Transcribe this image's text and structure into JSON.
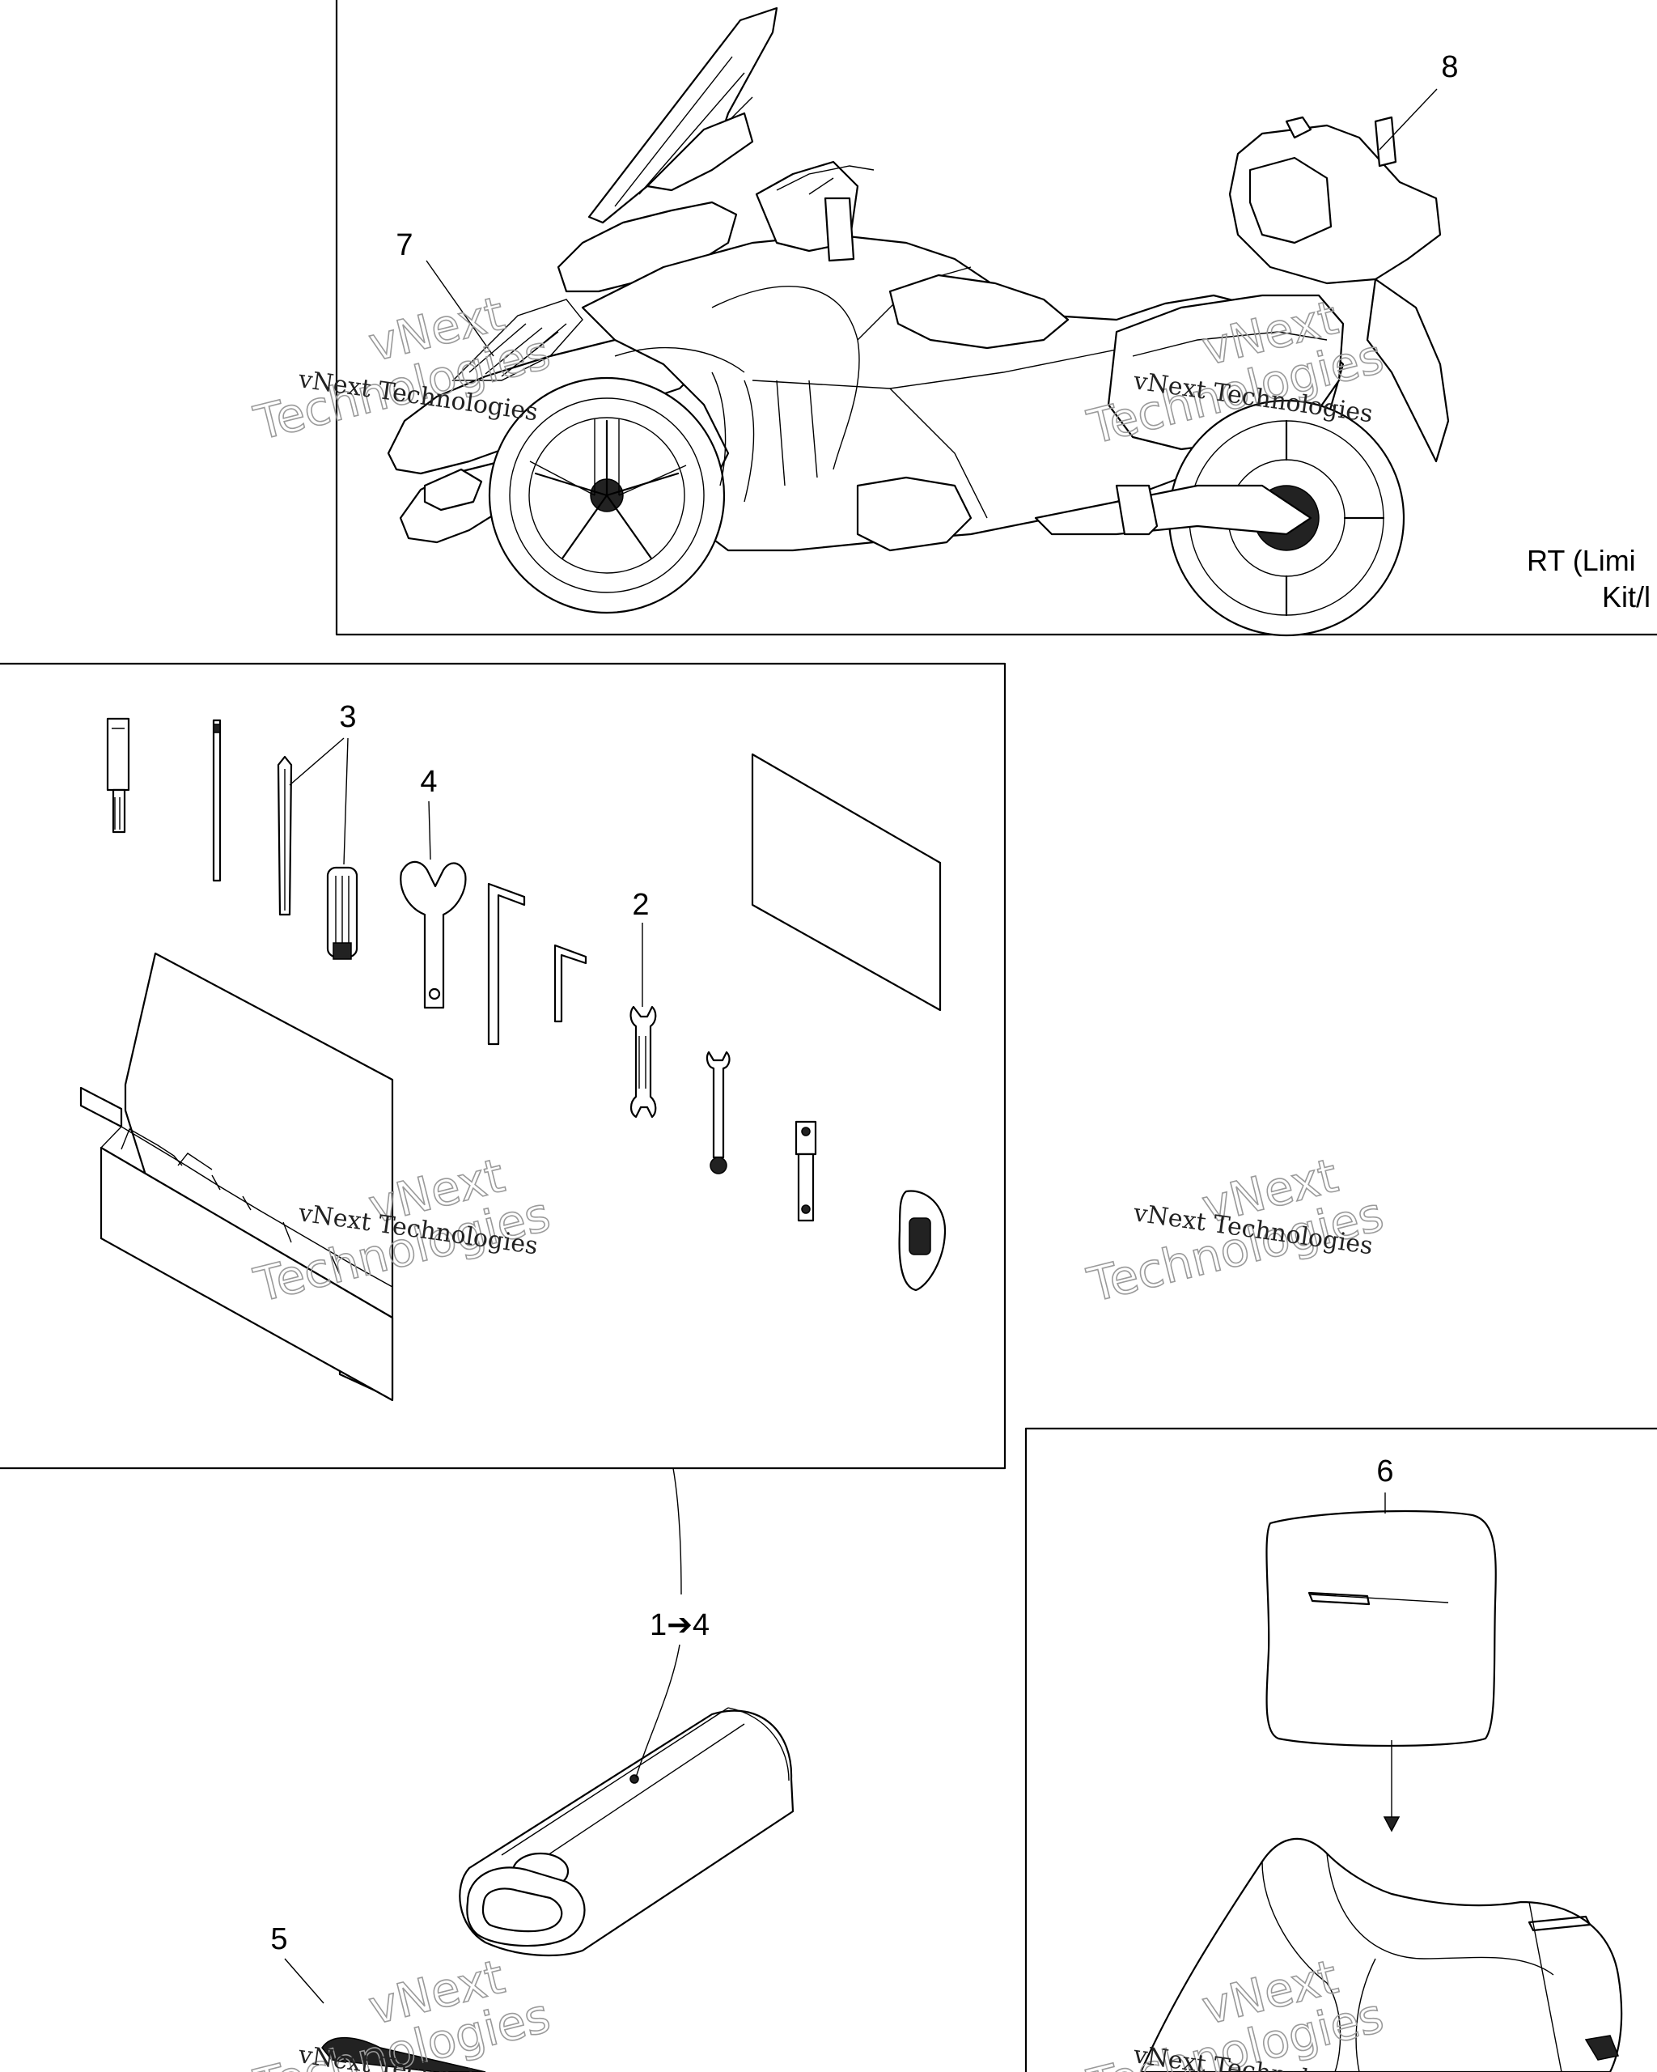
{
  "diagram": {
    "callouts": {
      "c1_4": "1➔4",
      "c2": "2",
      "c3": "3",
      "c4": "4",
      "c5": "5",
      "c6": "6",
      "c7": "7",
      "c8": "8"
    },
    "panel_caption": {
      "line1": "RT (Limi",
      "line2": "Kit/l"
    },
    "watermarks": [
      {
        "small": "vNext Technologies",
        "big1": "vNext",
        "big2": "Technologies"
      },
      {
        "small": "vNext Technologies",
        "big1": "vNext",
        "big2": "Technologies"
      },
      {
        "small": "vNext Technologies",
        "big1": "vNext",
        "big2": "Technologies"
      },
      {
        "small": "vNext Technologies",
        "big1": "vNext",
        "big2": "Technologies"
      },
      {
        "small": "vNext Technologies",
        "big1": "vNext",
        "big2": "Technologies"
      },
      {
        "small": "vNext Technologies",
        "big1": "vNext",
        "big2": "Technologies"
      }
    ]
  }
}
